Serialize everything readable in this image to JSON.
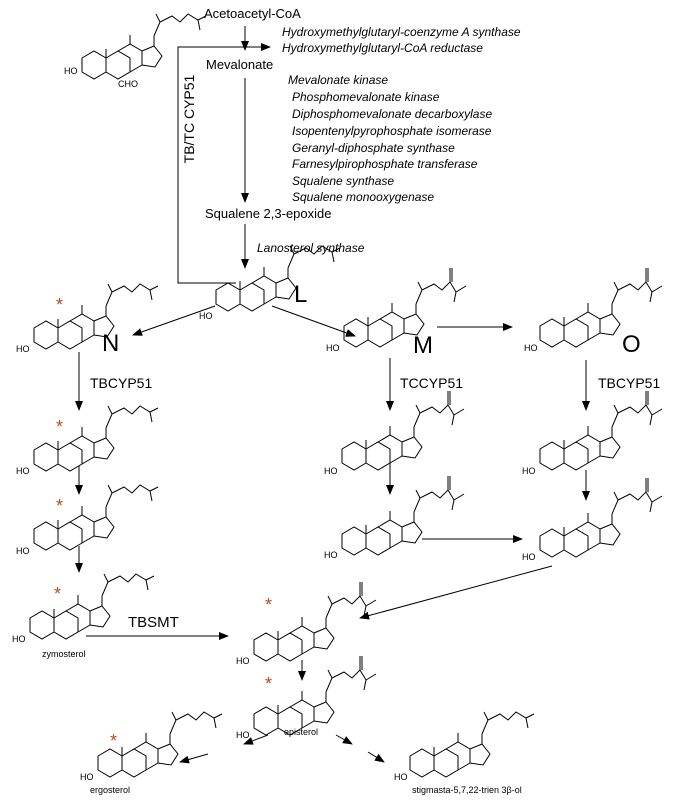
{
  "pathway": {
    "start": "Acetoacetyl-CoA",
    "mevalonate": "Mevalonate",
    "squalene_epoxide": "Squalene 2,3-epoxide",
    "enzymes_top": [
      "Hydroxymethylglutaryl-coenzyme A synthase",
      "Hydroxymethylglutaryl-CoA reductase"
    ],
    "enzymes_mid": [
      "Mevalonate kinase",
      "Phosphomevalonate kinase",
      "Diphosphomevalonate decarboxylase",
      "Isopentenylpyrophosphate isomerase",
      "Geranyl-diphosphate synthase",
      "Farnesylpirophosphate transferase",
      "Squalene synthase",
      "Squalene monooxygenase"
    ],
    "lanosterol_synthase": "Lanosterol synthase",
    "feedback_label": "TB/TC CYP51"
  },
  "branches": {
    "L": "L",
    "N": "N",
    "M": "M",
    "O": "O",
    "enzyme_N": "TBCYP51",
    "enzyme_M": "TCCYP51",
    "enzyme_O": "TBCYP51",
    "smt": "TBSMT"
  },
  "products": {
    "zymosterol": "zymosterol",
    "episterol": "episterol",
    "ergosterol": "ergosterol",
    "stigmasta": "stigmasta-5,7,22-trien 3β-ol"
  },
  "structure_labels": {
    "ho": "HO",
    "cho": "CHO"
  },
  "marker": "*",
  "colors": {
    "marker": "#c0481e",
    "ink": "#000000"
  }
}
